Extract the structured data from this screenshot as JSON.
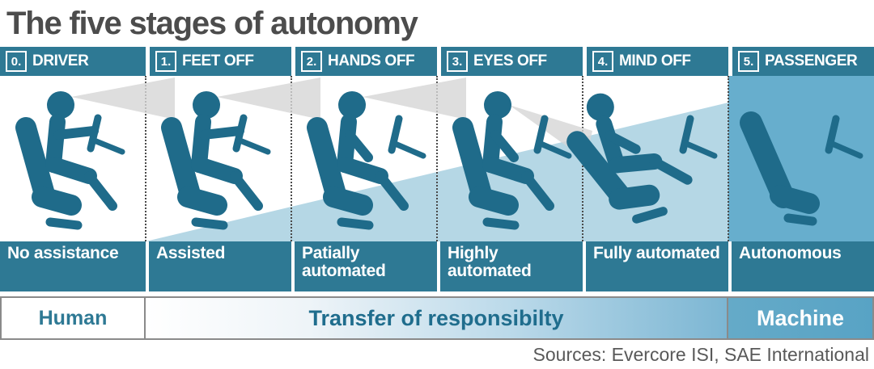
{
  "title": "The five stages of autonomy",
  "stages": [
    {
      "num": "0.",
      "header": "DRIVER",
      "label": "No assistance",
      "icon": "driver-hands-on-wheel"
    },
    {
      "num": "1.",
      "header": "FEET OFF",
      "label": "Assisted",
      "icon": "driver-hands-on-wheel"
    },
    {
      "num": "2.",
      "header": "HANDS OFF",
      "label": "Patially automated",
      "icon": "driver-hands-off-wheel"
    },
    {
      "num": "3.",
      "header": "EYES OFF",
      "label": "Highly automated",
      "icon": "driver-eyes-off-road"
    },
    {
      "num": "4.",
      "header": "MIND OFF",
      "label": "Fully automated",
      "icon": "driver-reclined-resting"
    },
    {
      "num": "5.",
      "header": "PASSENGER",
      "label": "Autonomous",
      "icon": "empty-seat"
    }
  ],
  "bottom_bar": {
    "left": "Human",
    "center": "Transfer of responsibilty",
    "right": "Machine"
  },
  "sources": "Sources: Evercore ISI, SAE International",
  "colors": {
    "header_teal": "#2e7994",
    "figure_teal": "#1f6b8a",
    "wedge_light_blue": "#b5d7e5",
    "passenger_bg_blue": "#67aecd",
    "machine_blue": "#58a3c5",
    "gaze_gray": "#d6d6d6",
    "title_gray": "#4c4c4c",
    "sources_gray": "#595959",
    "border_gray": "#8a8a8a"
  }
}
